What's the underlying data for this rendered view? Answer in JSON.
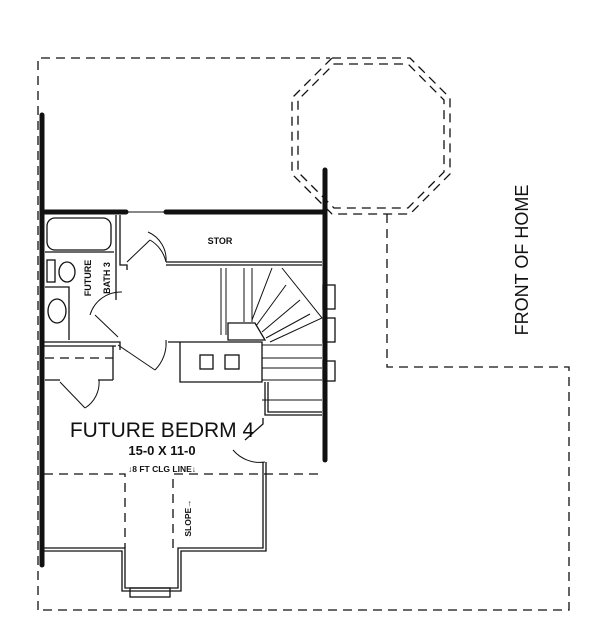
{
  "plan": {
    "rooms": {
      "storage": "STOR",
      "bath_line1": "FUTURE",
      "bath_line2": "BATH 3",
      "bedroom_name": "FUTURE BEDRM 4",
      "bedroom_size": "15-0 X 11-0",
      "ceiling_line": "↓8 FT CLG LINE↓",
      "slope": "SLOPE→"
    },
    "orientation_label": "FRONT OF HOME"
  }
}
